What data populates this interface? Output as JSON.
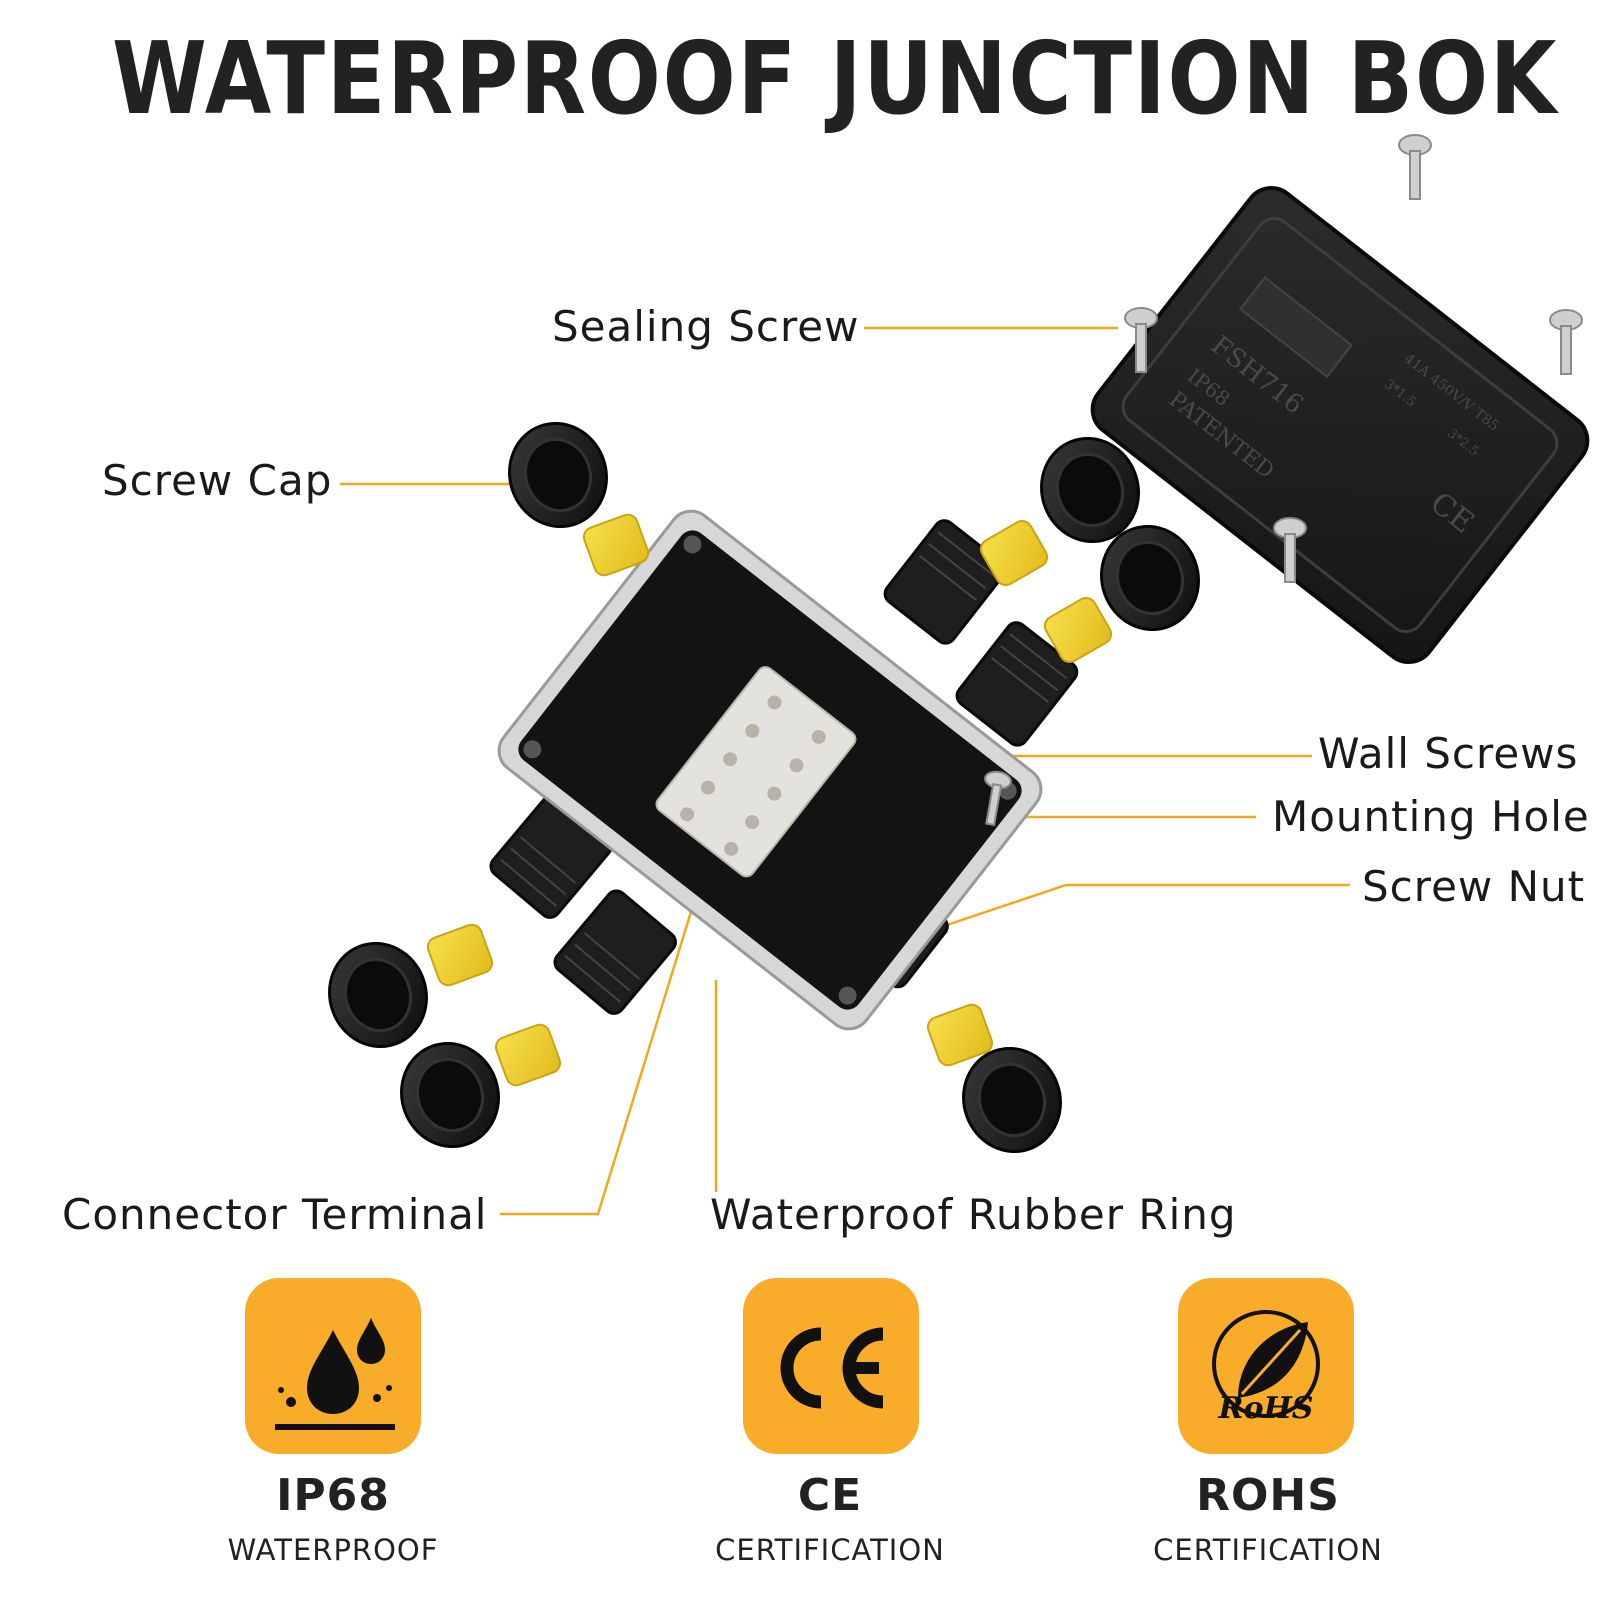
{
  "title": "WATERPROOF JUNCTION BOK",
  "callouts": {
    "sealing_screw": "Sealing Screw",
    "screw_cap": "Screw Cap",
    "wall_screws": "Wall Screws",
    "mounting_hole": "Mounting Hole",
    "screw_nut": "Screw Nut",
    "connector_terminal": "Connector Terminal",
    "waterproof_rubber_ring": "Waterproof Rubber Ring"
  },
  "lid_markings": {
    "model": "FSH716",
    "rating": "IP68",
    "patent": "PATENTED",
    "electrical": "41A 450V/V T85",
    "wire_a": "3*1.5",
    "wire_b": "3*2.5",
    "mark": "CE"
  },
  "badges": [
    {
      "icon": "water-drops-icon",
      "title": "IP68",
      "subtitle": "WATERPROOF"
    },
    {
      "icon": "ce-mark-icon",
      "title": "CE",
      "subtitle": "CERTIFICATION"
    },
    {
      "icon": "rohs-leaf-icon",
      "title": "ROHS",
      "subtitle": "CERTIFICATION",
      "icon_text": "RoHS"
    }
  ],
  "colors": {
    "callout_line": "#f0a81c",
    "badge_bg": "#f9ab2a",
    "box_body": "#1c1c1c",
    "seal_insert": "#f2d22e"
  }
}
